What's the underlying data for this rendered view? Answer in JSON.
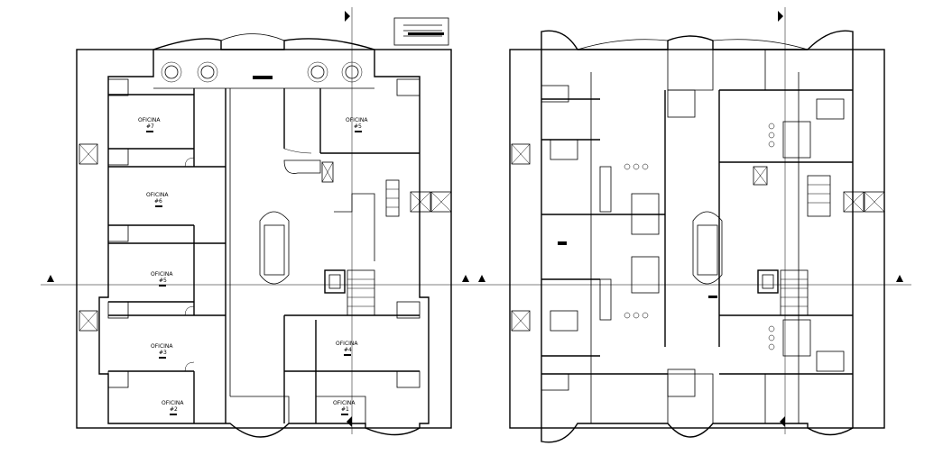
{
  "plan_left": {
    "rooms": [
      {
        "name": "OFICINA",
        "number": "#7"
      },
      {
        "name": "OFICINA",
        "number": "#5"
      },
      {
        "name": "OFICINA",
        "number": "#6"
      },
      {
        "name": "OFICINA",
        "number": "#5"
      },
      {
        "name": "OFICINA",
        "number": "#3"
      },
      {
        "name": "OFICINA",
        "number": "#4"
      },
      {
        "name": "OFICINA",
        "number": "#2"
      },
      {
        "name": "OFICINA",
        "number": "#1"
      }
    ]
  }
}
